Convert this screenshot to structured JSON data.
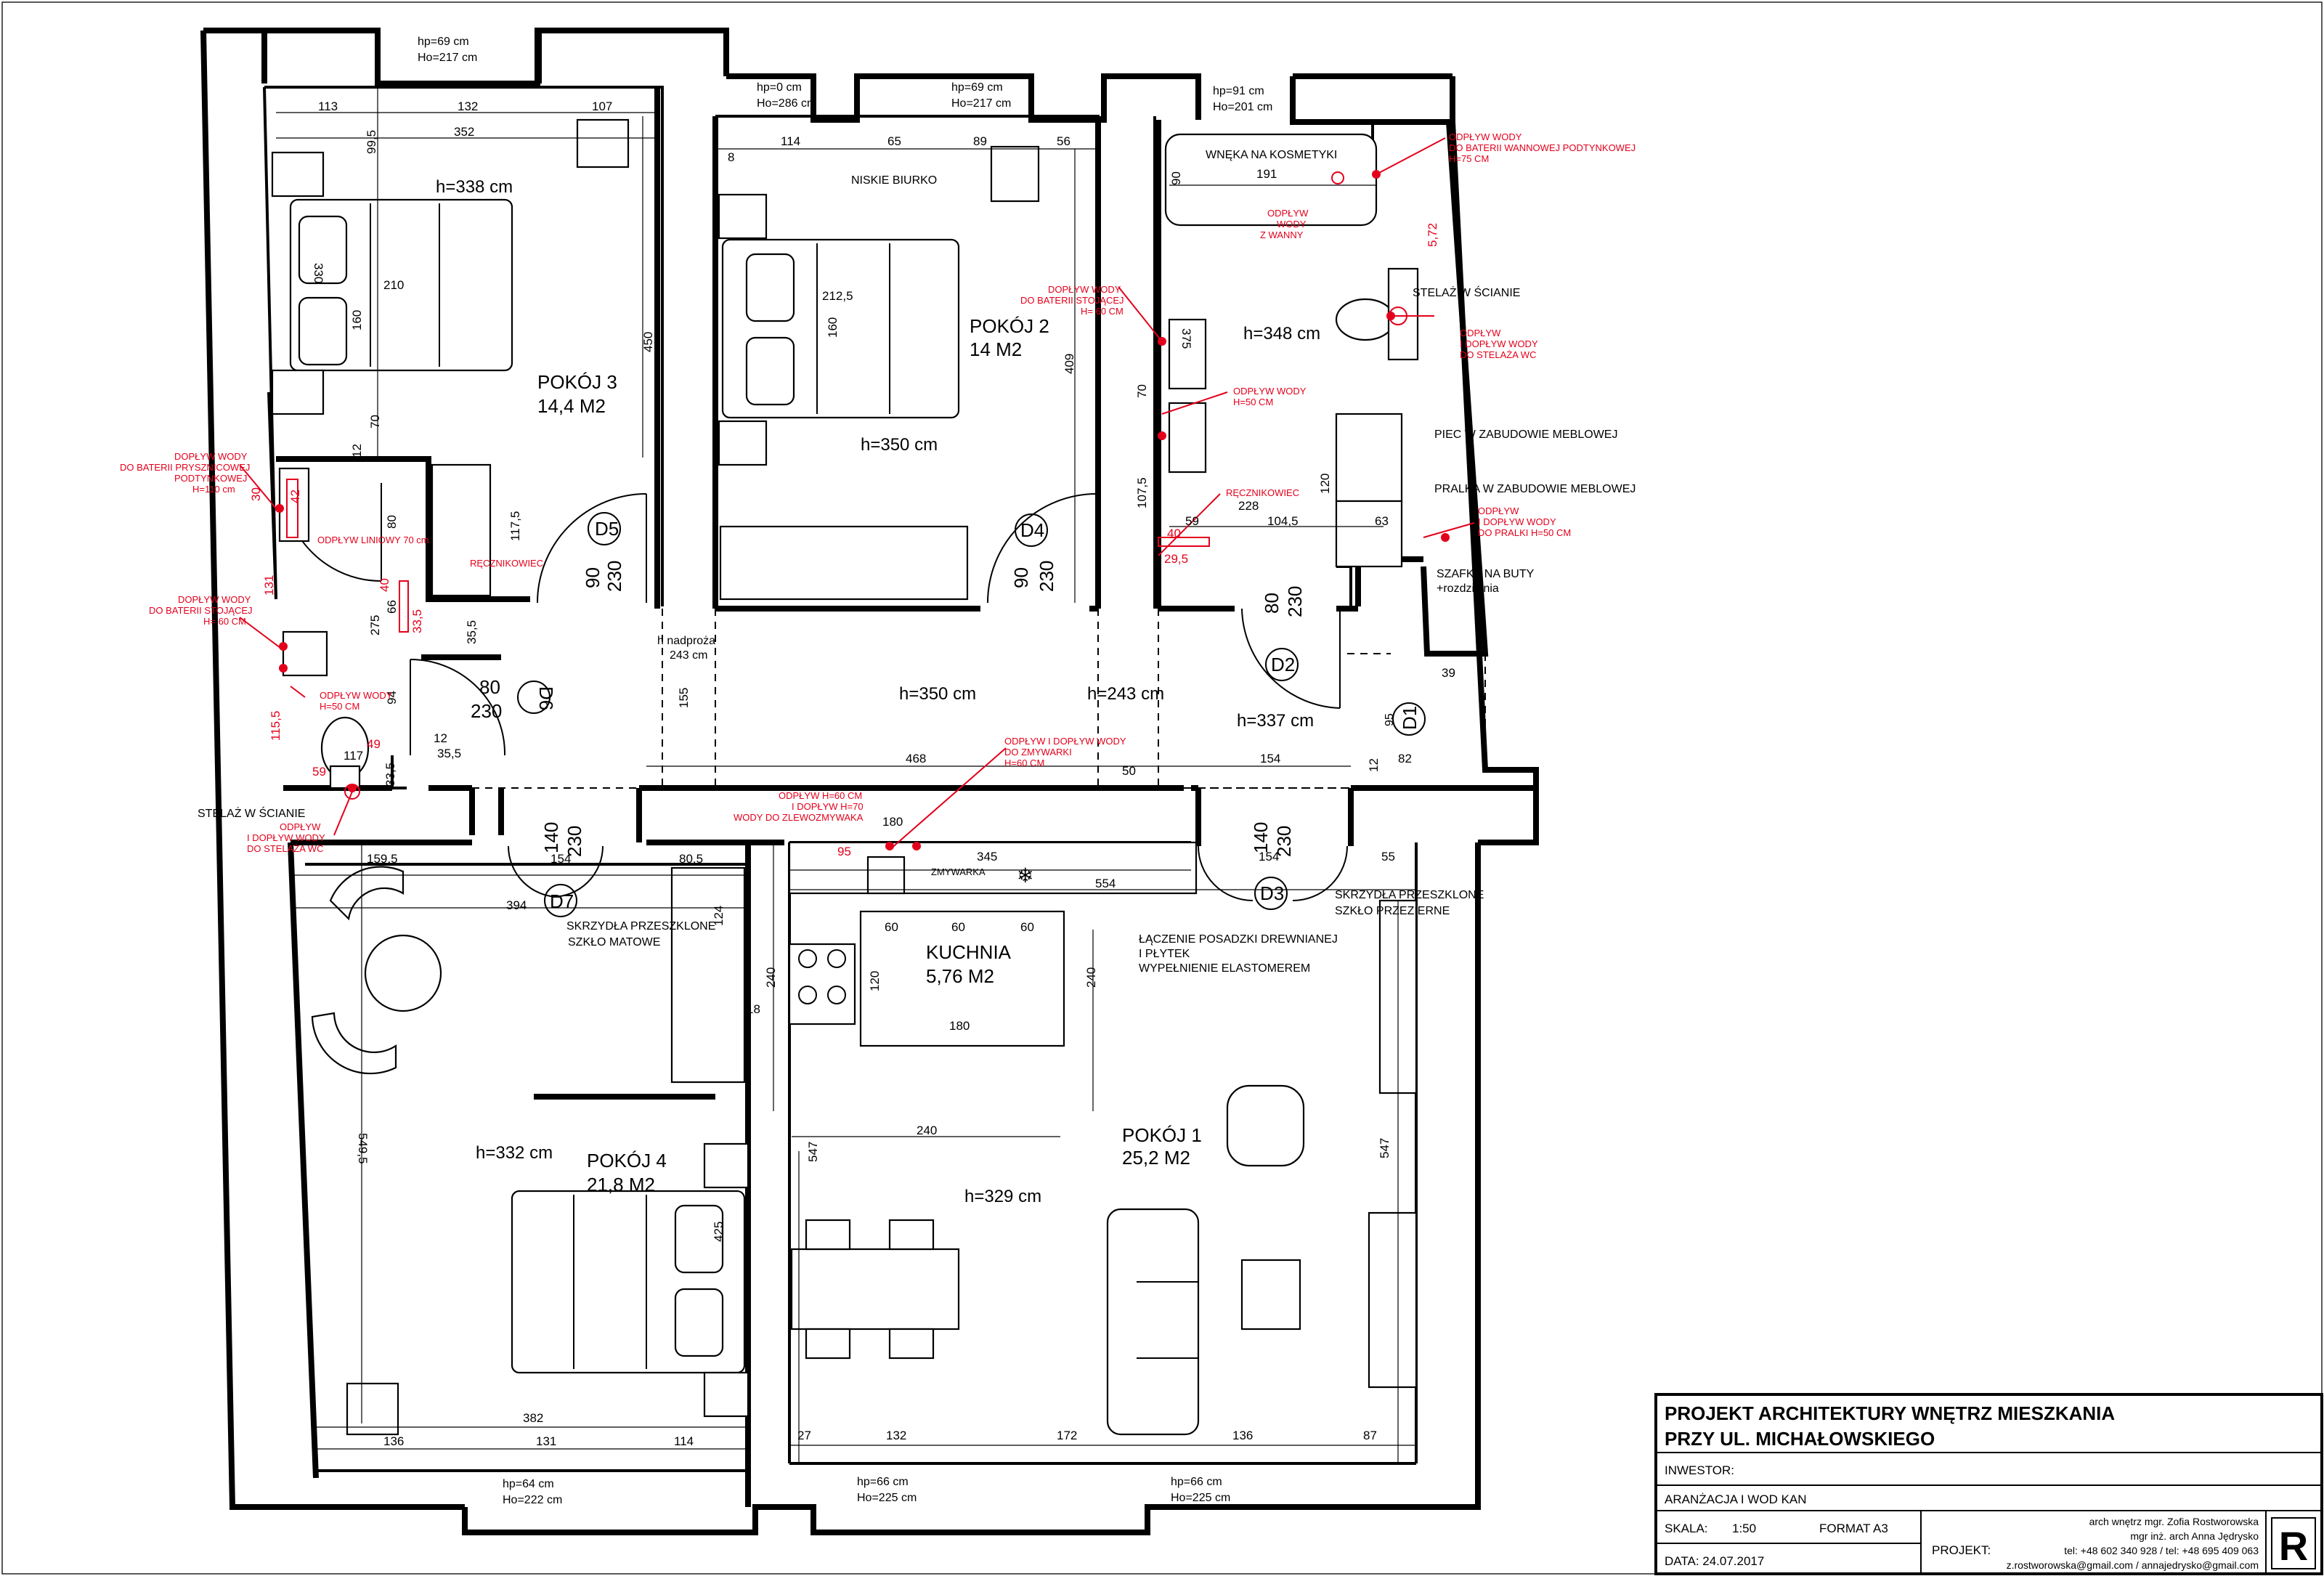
{
  "rooms": {
    "r3_name": "POKÓJ 3",
    "r3_area": "14,4 M2",
    "r3_h": "h=338 cm",
    "r2_name": "POKÓJ 2",
    "r2_area": "14 M2",
    "r2_h": "h=350 cm",
    "bath_h": "h=348 cm",
    "r4_name": "POKÓJ 4",
    "r4_area": "21,8 M2",
    "r4_h": "h=332 cm",
    "r1_name": "POKÓJ 1",
    "r1_area": "25,2 M2",
    "r1_h": "h=329 cm",
    "kitchen_name": "KUCHNIA",
    "kitchen_area": "5,76 M2",
    "hall_h1": "h=350 cm",
    "hall_h2": "h=243 cm",
    "hall_h3": "h=337 cm",
    "nadproza": "h nadproża",
    "nadproza_val": "243 cm"
  },
  "windows": {
    "w1_hp": "hp=69 cm",
    "w1_ho": "Ho=217 cm",
    "w2_hp": "hp=0 cm",
    "w2_ho": "Ho=286 cm",
    "w3_hp": "hp=69 cm",
    "w3_ho": "Ho=217 cm",
    "w4_hp": "hp=91 cm",
    "w4_ho": "Ho=201 cm",
    "w5_hp": "hp=64 cm",
    "w5_ho": "Ho=222 cm",
    "w6_hp": "hp=66 cm",
    "w6_ho": "Ho=225 cm",
    "w7_hp": "hp=66 cm",
    "w7_ho": "Ho=225 cm"
  },
  "doors": {
    "d1": "D1",
    "d2": "D2",
    "d3": "D3",
    "d4": "D4",
    "d5": "D5",
    "d6": "D6",
    "d7": "D7",
    "d5_w": "90",
    "d5_h": "230",
    "d4_w": "90",
    "d4_h": "230",
    "d2_w": "80",
    "d2_h": "230",
    "d6_w": "80",
    "d6_h": "230",
    "d7_w": "140",
    "d7_h": "230",
    "d3_w": "140",
    "d3_h": "230",
    "d1_w": "95"
  },
  "dims": {
    "r3_113": "113",
    "r3_132": "132",
    "r3_107": "107",
    "r3_352": "352",
    "r3_995": "99,5",
    "r3_330": "330",
    "r3_210": "210",
    "r3_160": "160",
    "r3_450": "450",
    "r3_70": "70",
    "r3_12": "12",
    "r2_8": "8",
    "r2_114": "114",
    "r2_65": "65",
    "r2_89": "89",
    "r2_56": "56",
    "r2_2125": "212,5",
    "r2_160": "160",
    "r2_409": "409",
    "b_90": "90",
    "b_191": "191",
    "b_375": "375",
    "b_70": "70",
    "b_1075": "107,5",
    "b_120": "120",
    "b_228": "228",
    "b_59": "59",
    "b_1045": "104,5",
    "b_63": "63",
    "b_40": "40",
    "b_295": "29,5",
    "b_572": "5,72",
    "b_39": "39",
    "sb_30": "30",
    "sb_42": "42",
    "sb_80": "80",
    "sb_1175": "117,5",
    "sb_40": "40",
    "sb_66": "66",
    "sb_335": "33,5",
    "sb_275": "275",
    "sb_355": "35,5",
    "sb_131": "131",
    "sb_94": "94",
    "sb_1155": "115,5",
    "sb_59": "59",
    "sb_117": "117",
    "sb_335b": "33,5",
    "sb_12": "12",
    "sb_355b": "35,5",
    "sb_49": "49",
    "h_155": "155",
    "h_468": "468",
    "h_50": "50",
    "h_154": "154",
    "h_12": "12",
    "h_82": "82",
    "r4_1595": "159,5",
    "r4_154": "154",
    "r4_805": "80,5",
    "r4_394": "394",
    "r4_124": "124",
    "r4_18": "18",
    "r4_5495": "549,5",
    "r4_425": "425",
    "r4_382": "382",
    "r4_136": "136",
    "r4_131": "131",
    "r4_114": "114",
    "k_180": "180",
    "k_95": "95",
    "k_345": "345",
    "k_554": "554",
    "k_60a": "60",
    "k_60b": "60",
    "k_60c": "60",
    "k_240a": "240",
    "k_120": "120",
    "k_240b": "240",
    "k_180b": "180",
    "k_240c": "240",
    "k_154": "154",
    "k_55": "55",
    "r1_547a": "547",
    "r1_547b": "547",
    "r1_27": "27",
    "r1_132": "132",
    "r1_172": "172",
    "r1_136": "136",
    "r1_87": "87"
  },
  "labels": {
    "niskie_biurko": "NISKIE BIURKO",
    "wneka": "WNĘKA NA KOSMETYKI",
    "stelaz1": "STELAŻ W ŚCIANIE",
    "piec": "PIEC W ZABUDOWIE MEBLOWEJ",
    "pralka": "PRALKA W ZABUDOWIE MEBLOWEJ",
    "szafka": "SZAFKA NA BUTY",
    "szafka2": "+rozdzielnia",
    "stelaz2": "STELAŻ W ŚCIANIE",
    "zmywarka": "ZMYWARKA",
    "laczenie1": "ŁĄCZENIE POSADZKI DREWNIANEJ",
    "laczenie2": "I PŁYTEK",
    "laczenie3": "WYPEŁNIENIE ELASTOMEREM",
    "skrzydla_m1": "SKRZYDŁA PRZESZKLONE",
    "skrzydla_m2": "SZKŁO MATOWE",
    "skrzydla_p1": "SKRZYDŁA PRZESZKLONE",
    "skrzydla_p2": "SZKŁO PRZEZIERNE"
  },
  "red_notes": {
    "wanna1": "ODPŁYW WODY",
    "wanna2": "DO BATERII WANNOWEJ PODTYNKOWEJ",
    "wanna3": "H=75 CM",
    "odplyw_wanny1": "ODPŁYW",
    "odplyw_wanny2": "WODY",
    "odplyw_wanny3": "Z WANNY",
    "wc1": "ODPŁYW",
    "wc2": "I DOPŁYW WODY",
    "wc3": "DO STELAŻA WC",
    "bs1": "DOPŁYW WODY",
    "bs2": "DO BATERII STOJĄCEJ",
    "bs3": "H= 60 CM",
    "bs_odp1": "ODPŁYW WODY",
    "bs_odp2": "H=50 CM",
    "recznikowiec1": "RĘCZNIKOWIEC",
    "pralka1": "ODPŁYW",
    "pralka2": "I DOPŁYW WODY",
    "pralka3": "DO PRALKI H=50 CM",
    "pr1": "DOPŁYW WODY",
    "pr2": "DO BATERII PRYSZNICOWEJ",
    "pr3": "PODTYNKOWEJ",
    "pr4": "H=110 cm",
    "liniowy": "ODPŁYW LINIOWY 70 cm",
    "recznikowiec2": "RĘCZNIKOWIEC",
    "sbs1": "DOPŁYW WODY",
    "sbs2": "DO BATERII STOJĄCEJ",
    "sbs3": "H= 60 CM",
    "sbo1": "ODPŁYW WODY",
    "sbo2": "H=50 CM",
    "swc1": "ODPŁYW",
    "swc2": "I DOPŁYW WODY",
    "swc3": "DO STELAŻA WC",
    "zmyw1": "ODPŁYW I DOPŁYW WODY",
    "zmyw2": "DO ZMYWARKI",
    "zmyw3": "H=60 CM",
    "zlew1": "ODPŁYW H=60 CM",
    "zlew2": "I DOPŁYW H=70",
    "zlew3": "WODY DO ZLEWOZMYWAKA"
  },
  "title_block": {
    "title1": "PROJEKT ARCHITEKTURY WNĘTRZ MIESZKANIA",
    "title2": "PRZY UL. MICHAŁOWSKIEGO",
    "inwestor": "INWESTOR:",
    "aranzacja": "ARANŻACJA I WOD KAN",
    "skala_lbl": "SKALA:",
    "skala_val": "1:50",
    "format": "FORMAT A3",
    "projekt": "PROJEKT:",
    "data": "DATA: 24.07.2017",
    "author1": "arch wnętrz mgr. Zofia Rostworowska",
    "author2": "mgr inż. arch Anna Jędrysko",
    "phones": "tel: +48 602 340 928 / tel: +48 695 409 063",
    "emails": "z.rostworowska@gmail.com / annajedrysko@gmail.com",
    "logo": "R"
  }
}
